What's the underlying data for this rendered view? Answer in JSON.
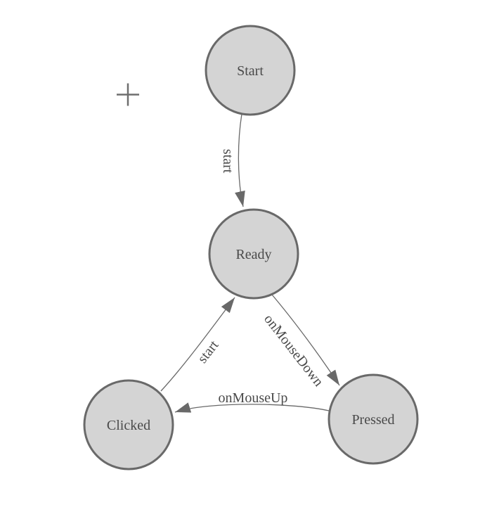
{
  "diagram": {
    "type": "state-machine",
    "colors": {
      "canvas_background": "#ffffff",
      "node_fill": "#d4d4d4",
      "node_stroke": "#696969",
      "edge_stroke": "#696969",
      "arrowhead_fill": "#696969",
      "label_text": "#4a4a4a",
      "crosshair": "#6e6e6e"
    },
    "nodes": [
      {
        "id": "start",
        "label": "Start"
      },
      {
        "id": "ready",
        "label": "Ready"
      },
      {
        "id": "clicked",
        "label": "Clicked"
      },
      {
        "id": "pressed",
        "label": "Pressed"
      }
    ],
    "edges": [
      {
        "id": "start-to-ready",
        "from": "start",
        "to": "ready",
        "label": "start"
      },
      {
        "id": "ready-to-pressed",
        "from": "ready",
        "to": "pressed",
        "label": "onMouseDown"
      },
      {
        "id": "pressed-to-clicked",
        "from": "pressed",
        "to": "clicked",
        "label": "onMouseUp"
      },
      {
        "id": "clicked-to-ready",
        "from": "clicked",
        "to": "ready",
        "label": "start"
      }
    ],
    "markers": [
      {
        "id": "canvas-crosshair",
        "icon": "plus-crosshair"
      }
    ]
  }
}
